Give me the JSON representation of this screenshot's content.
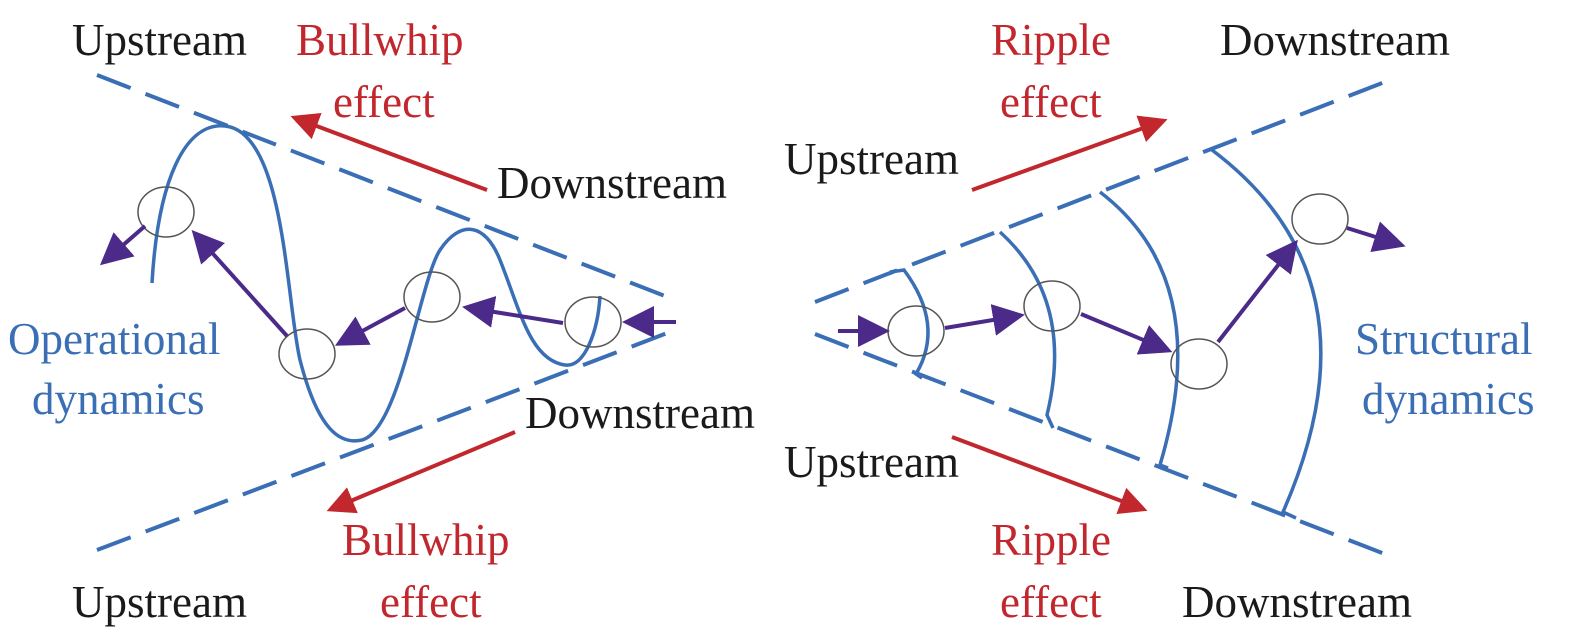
{
  "left": {
    "top_upstream": "Upstream",
    "top_effect_line1": "Bullwhip",
    "top_effect_line2": "effect",
    "top_downstream": "Downstream",
    "bottom_downstream": "Downstream",
    "bottom_effect_line1": "Bullwhip",
    "bottom_effect_line2": "effect",
    "bottom_upstream": "Upstream",
    "side_label_line1": "Operational",
    "side_label_line2": "dynamics"
  },
  "right": {
    "top_effect_line1": "Ripple",
    "top_effect_line2": "effect",
    "top_downstream": "Downstream",
    "top_upstream": "Upstream",
    "bottom_upstream": "Upstream",
    "bottom_effect_line1": "Ripple",
    "bottom_effect_line2": "effect",
    "bottom_downstream": "Downstream",
    "side_label_line1": "Structural",
    "side_label_line2": "dynamics"
  },
  "colors": {
    "label_dark": "#1a1a1a",
    "effect_red": "#c1272d",
    "structure_blue": "#3a6eb5",
    "flow_purple": "#4b2a8a"
  }
}
